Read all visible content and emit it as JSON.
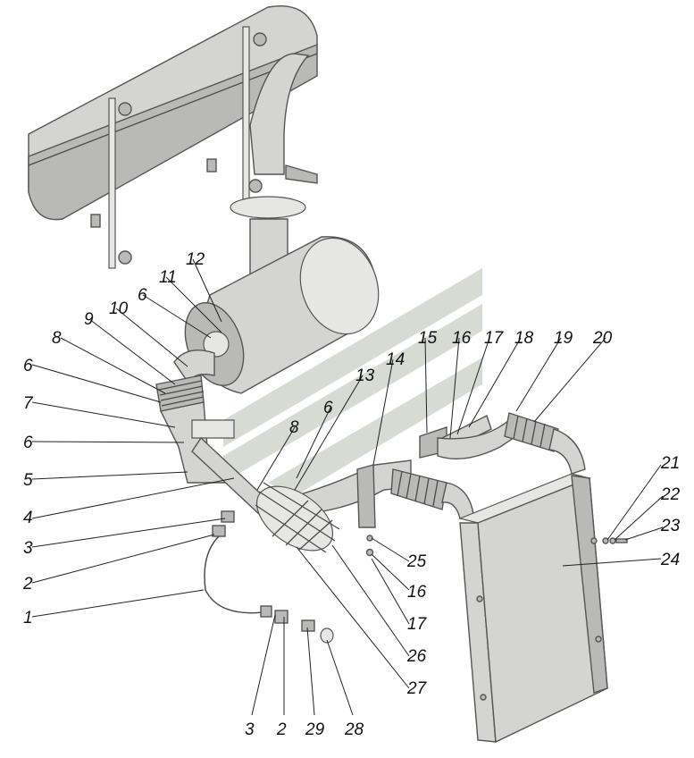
{
  "callouts": [
    {
      "id": "c1",
      "text": "1"
    },
    {
      "id": "c2a",
      "text": "2"
    },
    {
      "id": "c2b",
      "text": "2"
    },
    {
      "id": "c3a",
      "text": "3"
    },
    {
      "id": "c3b",
      "text": "3"
    },
    {
      "id": "c4",
      "text": "4"
    },
    {
      "id": "c5",
      "text": "5"
    },
    {
      "id": "c6a",
      "text": "6"
    },
    {
      "id": "c6b",
      "text": "6"
    },
    {
      "id": "c6c",
      "text": "6"
    },
    {
      "id": "c6d",
      "text": "6"
    },
    {
      "id": "c7",
      "text": "7"
    },
    {
      "id": "c8a",
      "text": "8"
    },
    {
      "id": "c8b",
      "text": "8"
    },
    {
      "id": "c9",
      "text": "9"
    },
    {
      "id": "c10",
      "text": "10"
    },
    {
      "id": "c11",
      "text": "11"
    },
    {
      "id": "c12",
      "text": "12"
    },
    {
      "id": "c13",
      "text": "13"
    },
    {
      "id": "c14",
      "text": "14"
    },
    {
      "id": "c15",
      "text": "15"
    },
    {
      "id": "c16a",
      "text": "16"
    },
    {
      "id": "c16b",
      "text": "16"
    },
    {
      "id": "c17a",
      "text": "17"
    },
    {
      "id": "c17b",
      "text": "17"
    },
    {
      "id": "c18",
      "text": "18"
    },
    {
      "id": "c19",
      "text": "19"
    },
    {
      "id": "c20",
      "text": "20"
    },
    {
      "id": "c21",
      "text": "21"
    },
    {
      "id": "c22",
      "text": "22"
    },
    {
      "id": "c23",
      "text": "23"
    },
    {
      "id": "c24",
      "text": "24"
    },
    {
      "id": "c25",
      "text": "25"
    },
    {
      "id": "c26",
      "text": "26"
    },
    {
      "id": "c27",
      "text": "27"
    },
    {
      "id": "c28",
      "text": "28"
    },
    {
      "id": "c29",
      "text": "29"
    }
  ],
  "colors": {
    "part": "#d4d4d2",
    "outline": "#555555",
    "watermark": "#c9cfc6"
  }
}
